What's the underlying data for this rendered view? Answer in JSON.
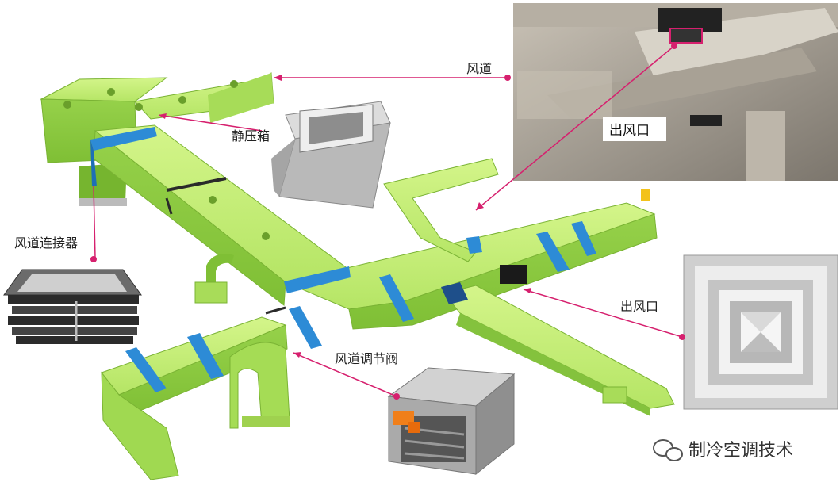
{
  "labels": {
    "duct": "风道",
    "plenum_box": "静压箱",
    "duct_connector": "风道连接器",
    "outlet_photo": "出风口",
    "outlet": "出风口",
    "damper": "风道调节阀"
  },
  "brand": {
    "text": "制冷空调技术",
    "icon": "wechat-icon"
  },
  "colors": {
    "duct_green": "#b9e86a",
    "duct_dark": "#8cc63f",
    "connector_blue": "#2d8bd6",
    "leader": "#d6206e"
  }
}
